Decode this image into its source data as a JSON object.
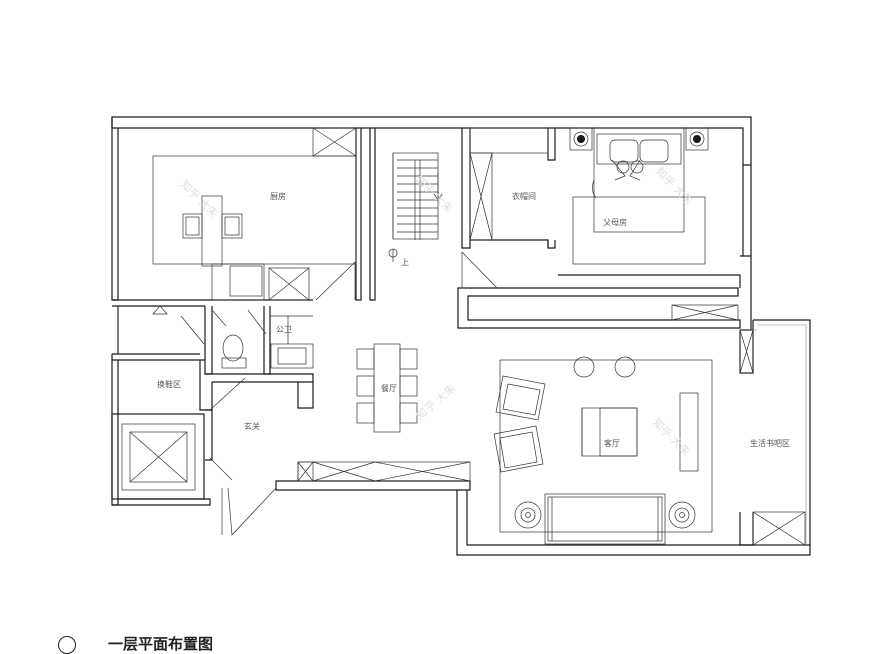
{
  "plan": {
    "title": "一层平面布置图",
    "rooms": {
      "kitchen": "厨房",
      "closet": "衣帽间",
      "parents_room": "父母房",
      "public_bath": "公卫",
      "shoe_area": "换鞋区",
      "dining": "餐厅",
      "entrance": "玄关",
      "living": "客厅",
      "study_bar": "生活书吧区"
    },
    "stair_label": "上",
    "watermark": "知乎 大朱"
  }
}
